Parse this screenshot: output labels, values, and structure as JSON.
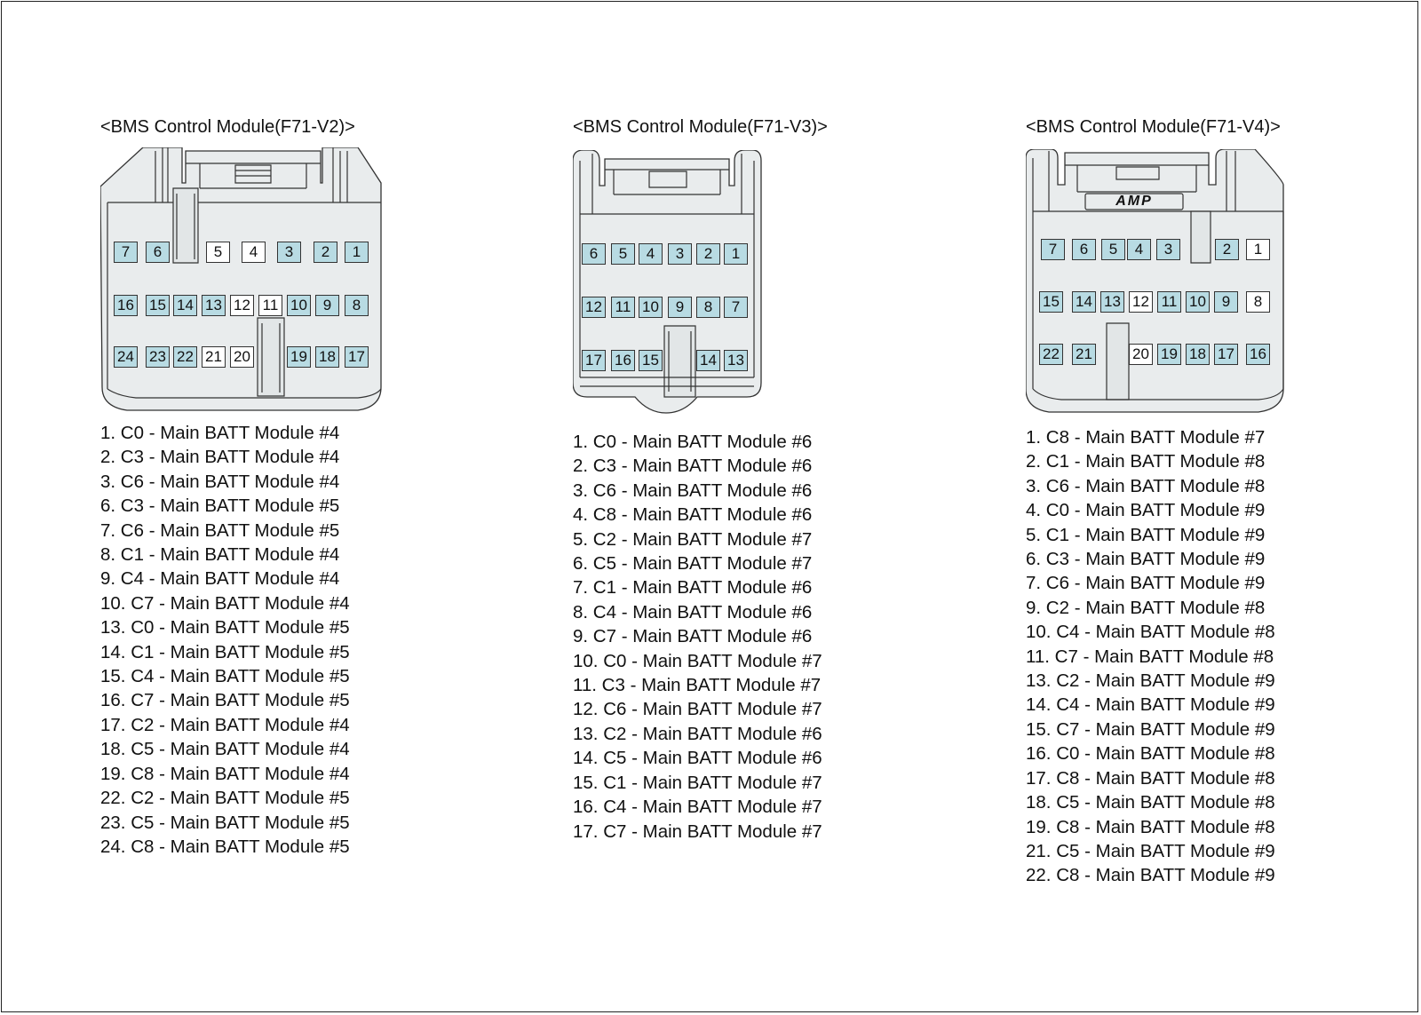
{
  "connectors": [
    {
      "title": "<BMS Control Module(F71-V2)>",
      "pins": [
        {
          "num": "7",
          "used": true
        },
        {
          "num": "6",
          "used": true
        },
        {
          "num": "5",
          "used": false
        },
        {
          "num": "4",
          "used": false
        },
        {
          "num": "3",
          "used": true
        },
        {
          "num": "2",
          "used": true
        },
        {
          "num": "1",
          "used": true
        },
        {
          "num": "16",
          "used": true
        },
        {
          "num": "15",
          "used": true
        },
        {
          "num": "14",
          "used": true
        },
        {
          "num": "13",
          "used": true
        },
        {
          "num": "12",
          "used": false
        },
        {
          "num": "11",
          "used": false
        },
        {
          "num": "10",
          "used": true
        },
        {
          "num": "9",
          "used": true
        },
        {
          "num": "8",
          "used": true
        },
        {
          "num": "24",
          "used": true
        },
        {
          "num": "23",
          "used": true
        },
        {
          "num": "22",
          "used": true
        },
        {
          "num": "21",
          "used": false
        },
        {
          "num": "20",
          "used": false
        },
        {
          "num": "19",
          "used": true
        },
        {
          "num": "18",
          "used": true
        },
        {
          "num": "17",
          "used": true
        }
      ],
      "descriptions": [
        "1. C0 - Main BATT Module #4",
        "2. C3 - Main BATT Module #4",
        "3. C6 - Main BATT Module #4",
        "6. C3 - Main BATT Module #5",
        "7. C6 - Main BATT Module #5",
        "8. C1 - Main BATT Module #4",
        "9. C4 - Main BATT Module #4",
        "10. C7 - Main BATT Module #4",
        "13. C0 - Main BATT Module #5",
        "14. C1 - Main BATT Module #5",
        "15. C4 - Main BATT Module #5",
        "16. C7 - Main BATT Module #5",
        "17. C2 - Main BATT Module #4",
        "18. C5 - Main BATT Module #4",
        "19. C8 - Main BATT Module #4",
        "22. C2 - Main BATT Module #5",
        "23. C5 - Main BATT Module #5",
        "24. C8 - Main BATT Module #5"
      ]
    },
    {
      "title": "<BMS Control Module(F71-V3)>",
      "pins": [
        {
          "num": "6",
          "used": true
        },
        {
          "num": "5",
          "used": true
        },
        {
          "num": "4",
          "used": true
        },
        {
          "num": "3",
          "used": true
        },
        {
          "num": "2",
          "used": true
        },
        {
          "num": "1",
          "used": true
        },
        {
          "num": "12",
          "used": true
        },
        {
          "num": "11",
          "used": true
        },
        {
          "num": "10",
          "used": true
        },
        {
          "num": "9",
          "used": true
        },
        {
          "num": "8",
          "used": true
        },
        {
          "num": "7",
          "used": true
        },
        {
          "num": "17",
          "used": true
        },
        {
          "num": "16",
          "used": true
        },
        {
          "num": "15",
          "used": true
        },
        {
          "num": "14",
          "used": true
        },
        {
          "num": "13",
          "used": true
        }
      ],
      "descriptions": [
        "1. C0 - Main BATT Module #6",
        "2. C3 - Main BATT Module #6",
        "3. C6 - Main BATT Module #6",
        "4. C8 - Main BATT Module #6",
        "5. C2 - Main BATT Module #7",
        "6. C5 - Main BATT Module #7",
        "7. C1 - Main BATT Module #6",
        "8. C4 - Main BATT Module #6",
        "9. C7 - Main BATT Module #6",
        "10. C0 - Main BATT Module #7",
        "11. C3 - Main BATT Module #7",
        "12. C6 - Main BATT Module #7",
        "13. C2 - Main BATT Module #6",
        "14. C5 - Main BATT Module #6",
        "15. C1 - Main BATT Module #7",
        "16. C4 - Main BATT Module #7",
        "17. C7 - Main BATT Module #7"
      ]
    },
    {
      "title": "<BMS Control Module(F71-V4)>",
      "logo": "AMP",
      "pins": [
        {
          "num": "7",
          "used": true
        },
        {
          "num": "6",
          "used": true
        },
        {
          "num": "5",
          "used": true
        },
        {
          "num": "4",
          "used": true
        },
        {
          "num": "3",
          "used": true
        },
        {
          "num": "2",
          "used": true
        },
        {
          "num": "1",
          "used": false
        },
        {
          "num": "15",
          "used": true
        },
        {
          "num": "14",
          "used": true
        },
        {
          "num": "13",
          "used": true
        },
        {
          "num": "12",
          "used": false
        },
        {
          "num": "11",
          "used": true
        },
        {
          "num": "10",
          "used": true
        },
        {
          "num": "9",
          "used": true
        },
        {
          "num": "8",
          "used": false
        },
        {
          "num": "22",
          "used": true
        },
        {
          "num": "21",
          "used": true
        },
        {
          "num": "20",
          "used": false
        },
        {
          "num": "19",
          "used": true
        },
        {
          "num": "18",
          "used": true
        },
        {
          "num": "17",
          "used": true
        },
        {
          "num": "16",
          "used": true
        }
      ],
      "descriptions": [
        "1. C8 - Main BATT Module #7",
        "2. C1 - Main BATT Module #8",
        "3. C6 - Main BATT Module #8",
        "4. C0 - Main BATT Module #9",
        "5. C1 - Main BATT Module #9",
        "6. C3 - Main BATT Module #9",
        "7. C6 - Main BATT Module #9",
        "9. C2 - Main BATT Module #8",
        "10. C4 - Main BATT Module #8",
        "11. C7 - Main BATT Module #8",
        "13. C2 - Main BATT Module #9",
        "14. C4 - Main BATT Module #9",
        "15. C7 - Main BATT Module #9",
        "16. C0 - Main BATT Module #8",
        "17. C8 - Main BATT Module #8",
        "18. C5 - Main BATT Module #8",
        "19. C8 - Main BATT Module #8",
        "21. C5 - Main BATT Module #9",
        "22. C8 - Main BATT Module #9"
      ]
    }
  ]
}
